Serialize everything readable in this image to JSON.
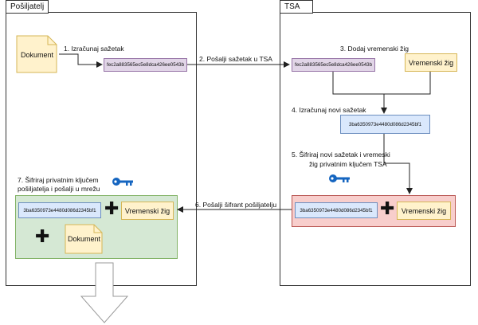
{
  "lanes": {
    "sender": "Pošiljatelj",
    "tsa": "TSA"
  },
  "documents": {
    "top": "Dokument",
    "bottom": "Dokument"
  },
  "hashes": {
    "original": "fec2a883565ec5e8dca426ee0543b",
    "original_tsa": "fec2a883565ec5e8dca426ee0543b",
    "new": "3ba6350973e4480d086d2345bf1",
    "new_tsa_box": "3ba6350973e4480d086d2345bf1",
    "new_sender_box": "3ba6350973e4480d086d2345bf1"
  },
  "timestamps": {
    "tsa": "Vremenski žig",
    "tsa_box": "Vremenski žig",
    "sender_box": "Vremenski žig"
  },
  "steps": {
    "s1": "1. Izračunaj sažetak",
    "s2": "2. Pošalji sažetak u TSA",
    "s3": "3. Dodaj vremenski žig",
    "s4": "4. Izračunaj novi sažetak",
    "s5_line1": "5. Šifriraj novi sažetak i vremeski",
    "s5_line2": "žig privatnim ključem TSA",
    "s6": "6. Pošalji šifrant pošiljatelju",
    "s7_line1": "7. Šifriraj privatnim ključem",
    "s7_line2": "pošiljatelja i pošalji u mrežu"
  },
  "colors": {
    "purple_fill": "#e1d5e7",
    "blue_fill": "#dae8fc",
    "yellow_fill": "#fff2cc",
    "red_fill": "#f8cecc",
    "green_fill": "#d5e8d4",
    "key": "#1565c0"
  },
  "icons": {
    "key": "key-icon",
    "plus": "plus-icon",
    "document": "document-icon",
    "arrow": "down-arrow-icon"
  }
}
